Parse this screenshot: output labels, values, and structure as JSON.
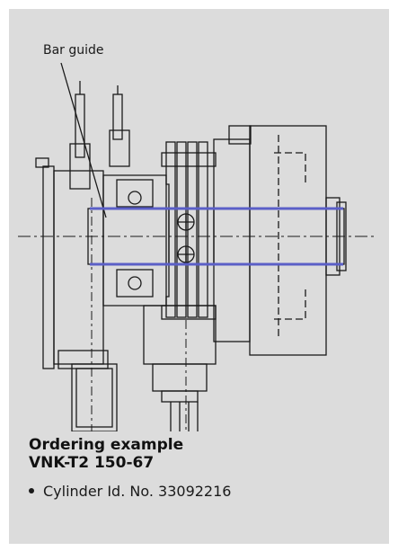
{
  "drawing": {
    "callout_label": "Bar guide"
  },
  "ordering": {
    "heading_line1": "Ordering example",
    "heading_line2": "VNK-T2 150-67"
  },
  "bullets": [
    {
      "text": "Cylinder Id. No. 33092216"
    }
  ],
  "colors": {
    "card_background": "#dcdcdc",
    "bar_guide_accent": "#5b5fc7",
    "line": "#1a1a1a"
  }
}
